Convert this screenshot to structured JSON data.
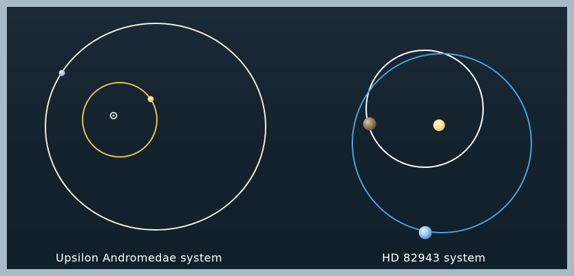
{
  "captions": {
    "left_system": "Upsilon Andromedae system",
    "right_system": "HD 82943 system"
  },
  "colors": {
    "frame": "#a9bac9",
    "panel_top": "#1b2a37",
    "panel_bottom": "#10202a",
    "outer_orbit_left": "#f2eddc",
    "inner_orbit_left": "#e6c450",
    "white_orbit_right": "#ffffff",
    "blue_orbit_right": "#49a5de",
    "star_right": "#ffe08a"
  },
  "diagram_components": [
    "Upsilon Andromedae outer orbit",
    "Upsilon Andromedae inner orbit",
    "Upsilon Andromedae central star",
    "Upsilon Andromedae outer planet",
    "Upsilon Andromedae inner planet",
    "HD 82943 inner orbit",
    "HD 82943 outer orbit",
    "HD 82943 star",
    "HD 82943 brown planet",
    "HD 82943 blue planet"
  ]
}
